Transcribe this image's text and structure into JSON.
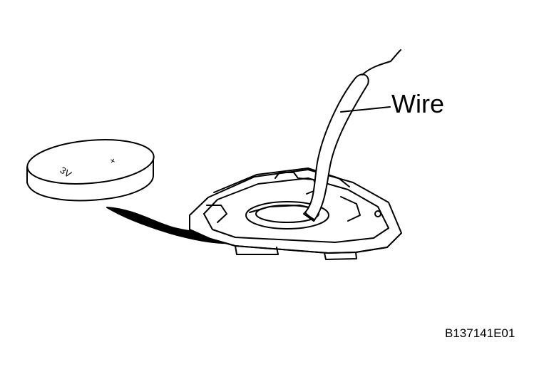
{
  "figure": {
    "callout_label": "Wire",
    "figure_code": "B137141E01",
    "battery_marking_voltage": "3V",
    "battery_marking_polarity": "+"
  },
  "colors": {
    "line": "#000000",
    "background": "#ffffff",
    "arrow_fill": "#000000"
  }
}
